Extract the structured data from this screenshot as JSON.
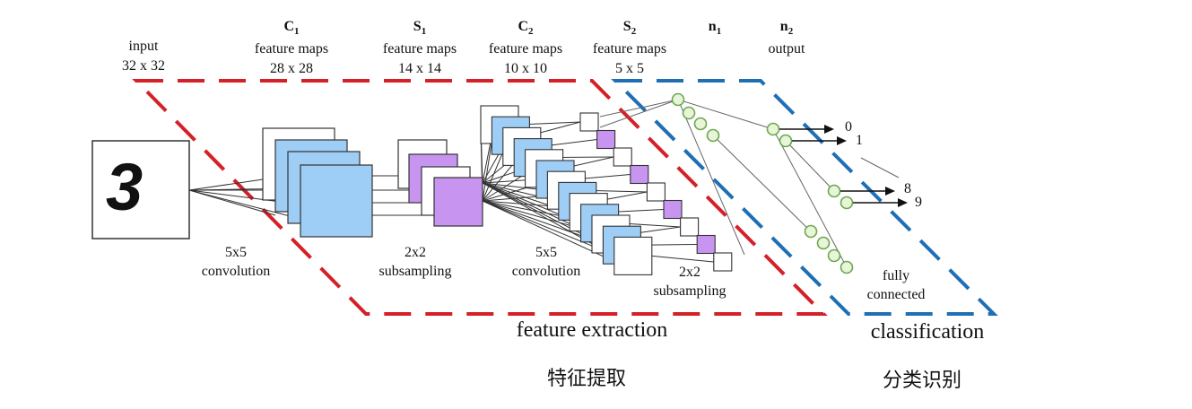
{
  "layers": {
    "input": {
      "name": "input",
      "size": "32 x 32"
    },
    "c1": {
      "letter": "C",
      "sub": "1",
      "kind": "feature maps",
      "size": "28 x 28"
    },
    "s1": {
      "letter": "S",
      "sub": "1",
      "kind": "feature maps",
      "size": "14 x 14"
    },
    "c2": {
      "letter": "C",
      "sub": "2",
      "kind": "feature maps",
      "size": "10 x 10"
    },
    "s2": {
      "letter": "S",
      "sub": "2",
      "kind": "feature maps",
      "size": "5 x 5"
    },
    "n1": {
      "letter": "n",
      "sub": "1"
    },
    "n2": {
      "letter": "n",
      "sub": "2",
      "kind": "output"
    }
  },
  "input_digit": "3",
  "operations": {
    "conv1": {
      "line1": "5x5",
      "line2": "convolution"
    },
    "sub1": {
      "line1": "2x2",
      "line2": "subsampling"
    },
    "conv2": {
      "line1": "5x5",
      "line2": "convolution"
    },
    "sub2": {
      "line1": "2x2",
      "line2": "subsampling"
    },
    "fc": {
      "line1": "fully",
      "line2": "connected"
    }
  },
  "outputs": {
    "o0": "0",
    "o1": "1",
    "o8": "8",
    "o9": "9"
  },
  "regions": {
    "feature_extraction": "feature extraction",
    "classification": "classification",
    "feature_extraction_cn": "特征提取",
    "classification_cn": "分类识别"
  },
  "colors": {
    "red_dash": "#d42027",
    "blue_dash": "#1f6fb5",
    "blue_map": "#9ecdf5",
    "purple_map": "#c795f0",
    "node_fill": "#e8f5d8",
    "node_stroke": "#6aa84f"
  }
}
